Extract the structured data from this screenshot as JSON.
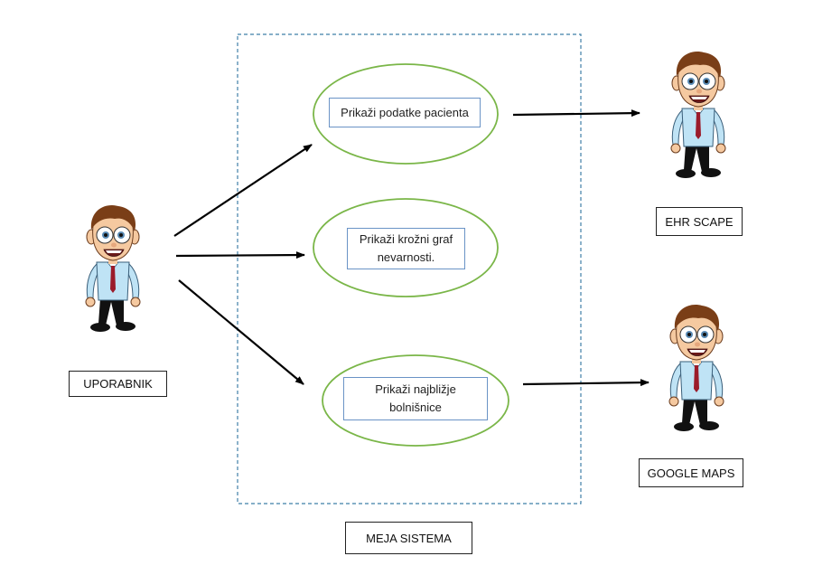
{
  "colors": {
    "boundary": "#3f7fa8",
    "ellipse": "#7ab648",
    "textbox_border": "#6a93c6",
    "arrow": "#000000",
    "skin": "#f5c9a0",
    "hair": "#7a3e17",
    "shirt": "#bfe3f5",
    "tie": "#9b1b2a",
    "pants": "#111111"
  },
  "actors": {
    "user": {
      "label": "UPORABNIK"
    },
    "ehr": {
      "label": "EHR SCAPE"
    },
    "maps": {
      "label": "GOOGLE MAPS"
    }
  },
  "system": {
    "label": "MEJA SISTEMA"
  },
  "use_cases": [
    {
      "label": "Prikaži podatke pacienta"
    },
    {
      "label": "Prikaži krožni graf nevarnosti."
    },
    {
      "label": "Prikaži najbližje bolnišnice"
    }
  ]
}
